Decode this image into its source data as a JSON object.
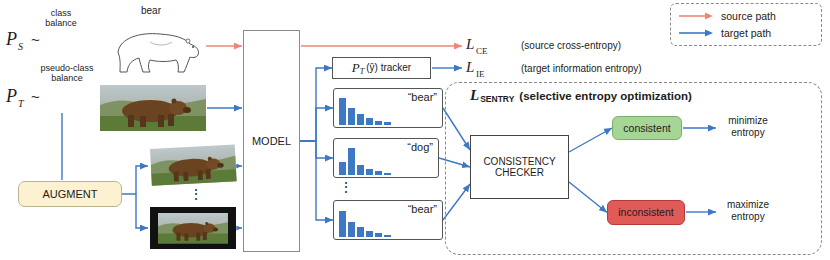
{
  "diagram": {
    "nodes": [
      {
        "text": [
          "AUGMENT"
        ]
      },
      {
        "text": [
          "MODEL"
        ]
      },
      {
        "text": [
          "P",
          "T",
          "(ŷ) tracker"
        ]
      },
      {
        "text": [
          "“bear”"
        ]
      },
      {
        "text": [
          "“dog”"
        ]
      },
      {
        "text": [
          "“bear”"
        ]
      },
      {
        "text": [
          "L",
          "SENTRY",
          "(selective entropy optimization)"
        ]
      },
      {
        "text": [
          "CONSISTENCY CHECKER"
        ],
        "in": 6
      },
      {
        "text": [
          "consistent"
        ],
        "in": 6
      },
      {
        "text": [
          "inconsistent"
        ],
        "in": 6
      }
    ],
    "edges": [
      {
        "from": 1,
        "to": 2,
        "arrow": "to"
      },
      {
        "from": 1,
        "to": 3,
        "arrow": "to"
      },
      {
        "from": 1,
        "to": 4,
        "arrow": "to"
      },
      {
        "from": 1,
        "to": 5,
        "arrow": "to"
      },
      {
        "from": 3,
        "to": 7,
        "arrow": "to"
      },
      {
        "from": 4,
        "to": 7,
        "arrow": "to"
      },
      {
        "from": 5,
        "to": 7,
        "arrow": "to"
      },
      {
        "from": 7,
        "to": 8,
        "arrow": "to"
      },
      {
        "from": 7,
        "to": 9,
        "arrow": "to"
      }
    ],
    "labels": [
      "class balance",
      "bear",
      "P",
      "S",
      "~",
      "pseudo-class balance",
      "P",
      "T",
      "~",
      "⋮",
      "L",
      "CE",
      "(source cross-entropy)",
      "L",
      "IE",
      "(target information entropy)",
      "⋮",
      "minimize entropy",
      "maximize entropy"
    ],
    "legend": [
      {
        "text": "source path"
      },
      {
        "text": "target path"
      }
    ]
  }
}
